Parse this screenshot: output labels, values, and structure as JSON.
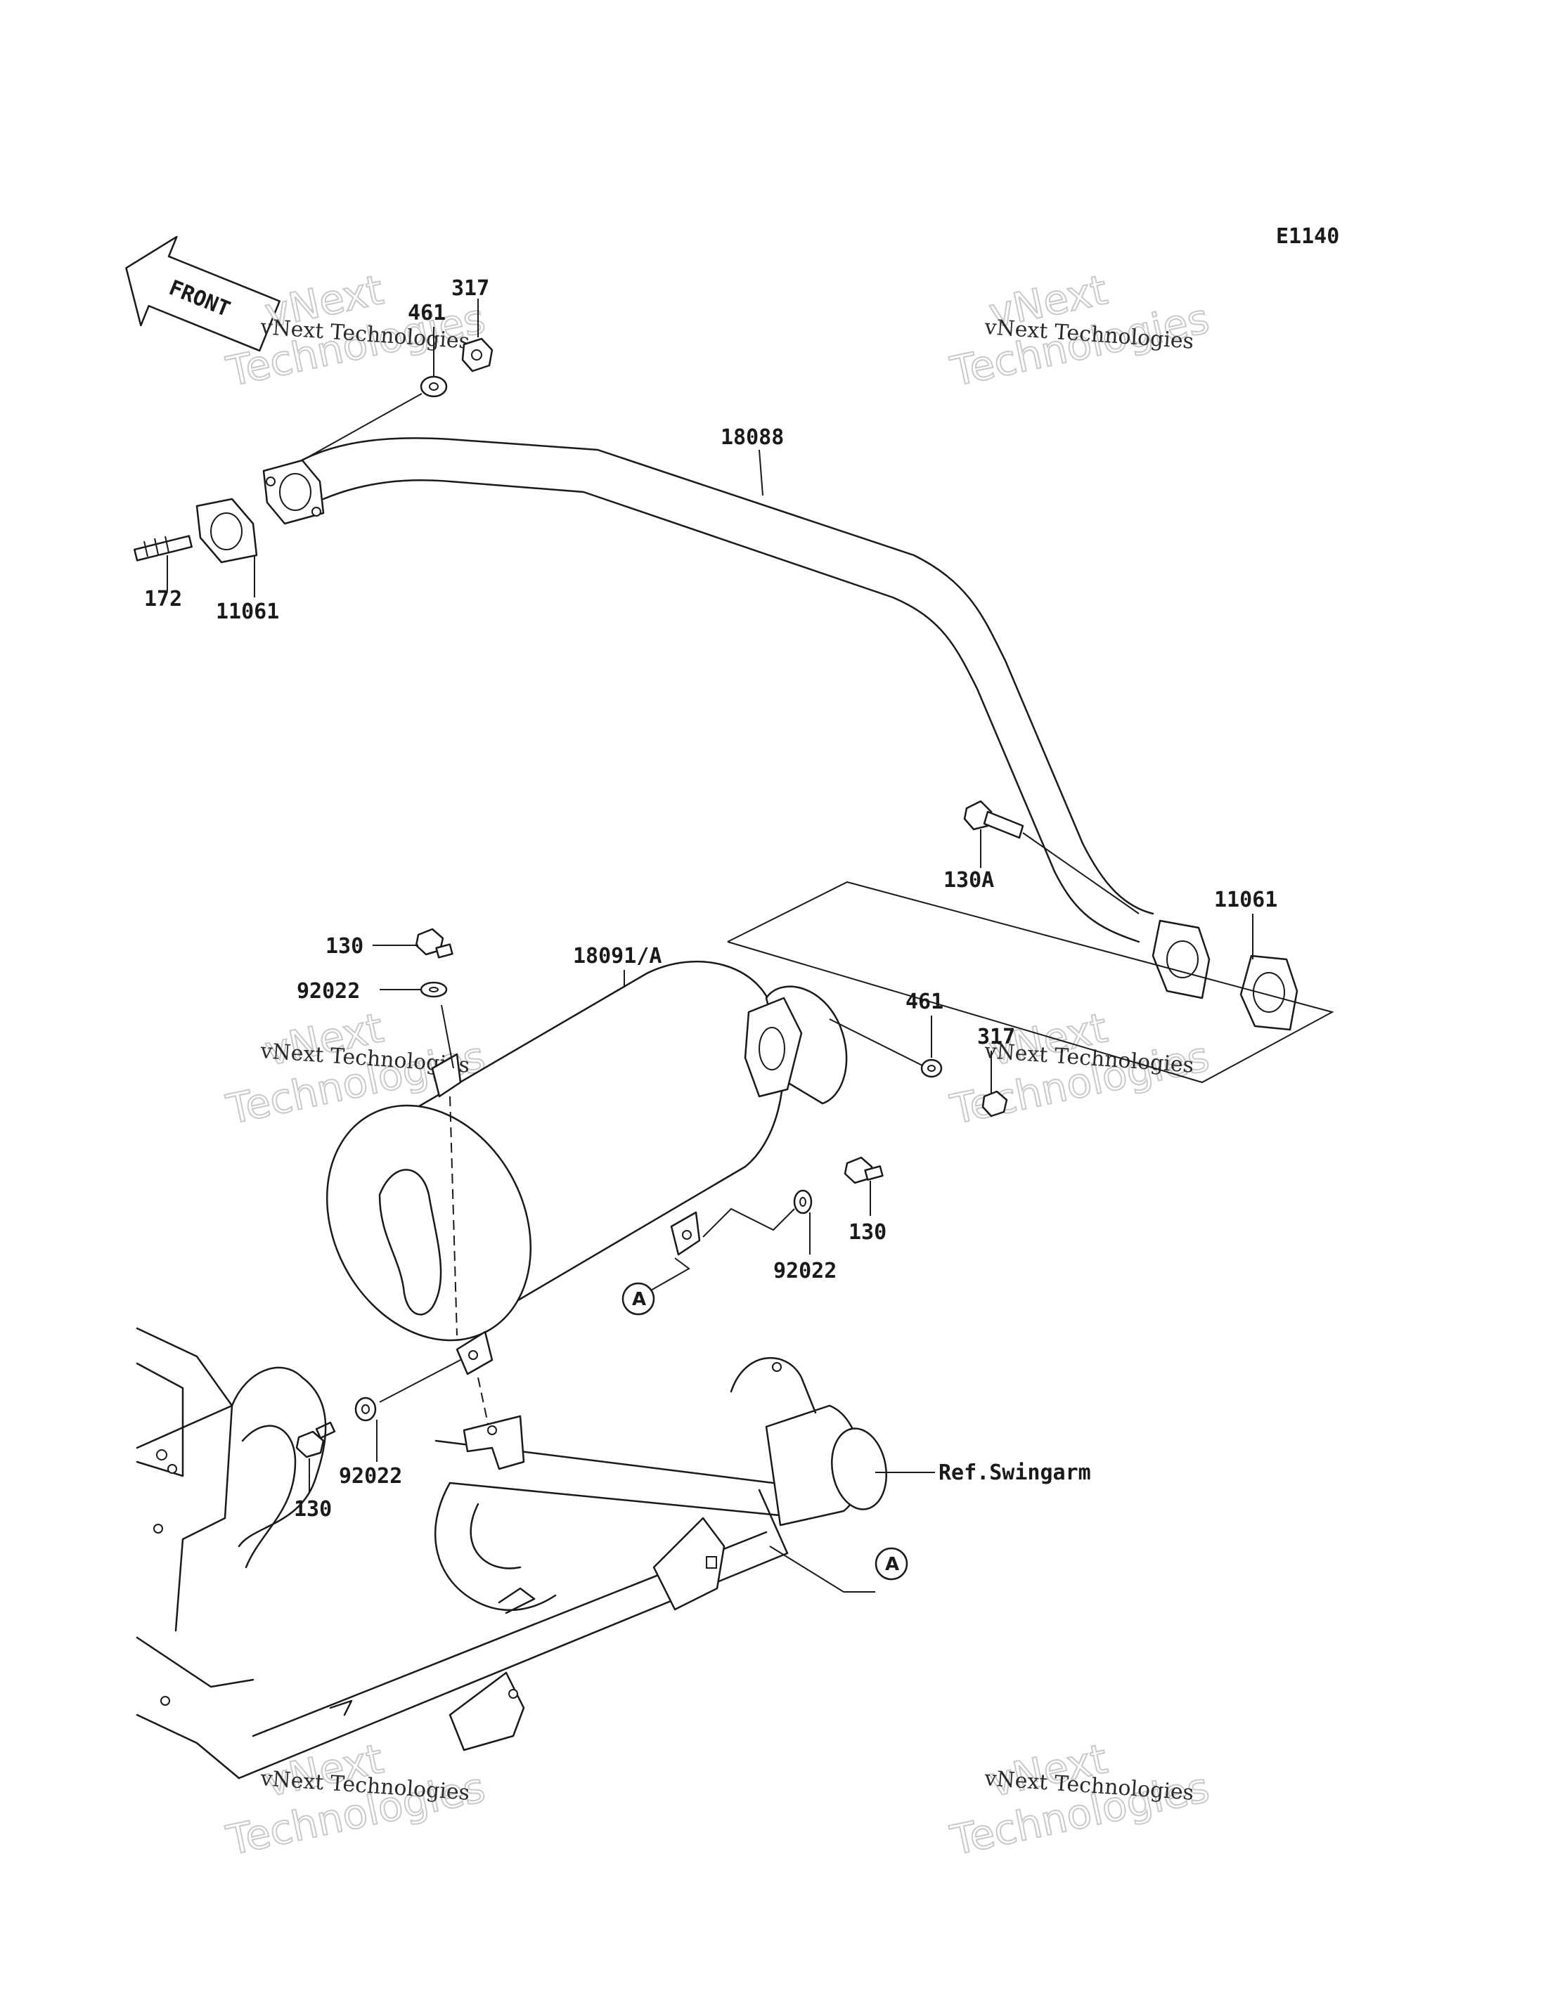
{
  "diagram_code": "E1140",
  "front_arrow_text": "FRONT",
  "callouts": {
    "c317_top": "317",
    "c461_top": "461",
    "c18088": "18088",
    "c172": "172",
    "c11061_left": "11061",
    "c130A": "130A",
    "c11061_right": "11061",
    "c18091A": "18091/A",
    "c130_a": "130",
    "c92022_a": "92022",
    "c461_mid": "461",
    "c317_mid": "317",
    "c130_b": "130",
    "c92022_b": "92022",
    "c92022_c": "92022",
    "c130_c": "130",
    "ref_swingarm": "Ref.Swingarm"
  },
  "refs": {
    "a1": "A",
    "a2": "A"
  },
  "watermark": {
    "line1": "vNext",
    "line2": "Technologies",
    "caption": "vNext Technologies"
  }
}
